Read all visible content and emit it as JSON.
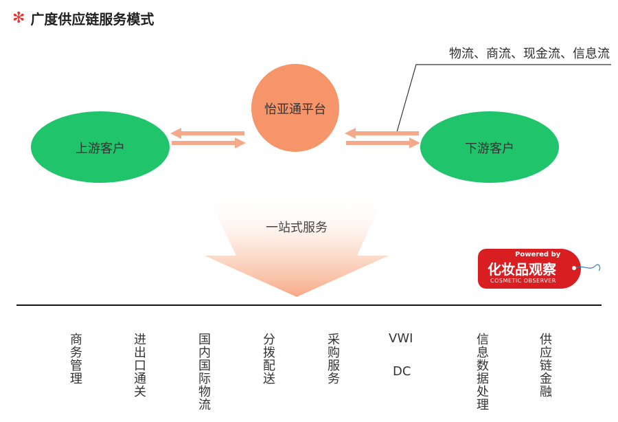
{
  "title": "广度供应链服务模式",
  "flows_label": "物流、商流、现金流、信息流",
  "nodes": {
    "upstream": "上游客户",
    "platform": "怡亚通平台",
    "downstream": "下游客户"
  },
  "service": "一站式服务",
  "services": [
    "商务管理",
    "进出口通关",
    "国内国际物流",
    "分拨配送",
    "采购服务",
    "VWI",
    "DC",
    "信息数据处理",
    "供应链金融"
  ],
  "logo": {
    "powered_by": "Powered by",
    "name": "化妆品观察",
    "english": "COSMETIC OBSERVER"
  },
  "colors": {
    "green": "#1fc46b",
    "orange": "#f7956a",
    "arrow": "#f4a98a",
    "red_logo": "#d81e21"
  }
}
